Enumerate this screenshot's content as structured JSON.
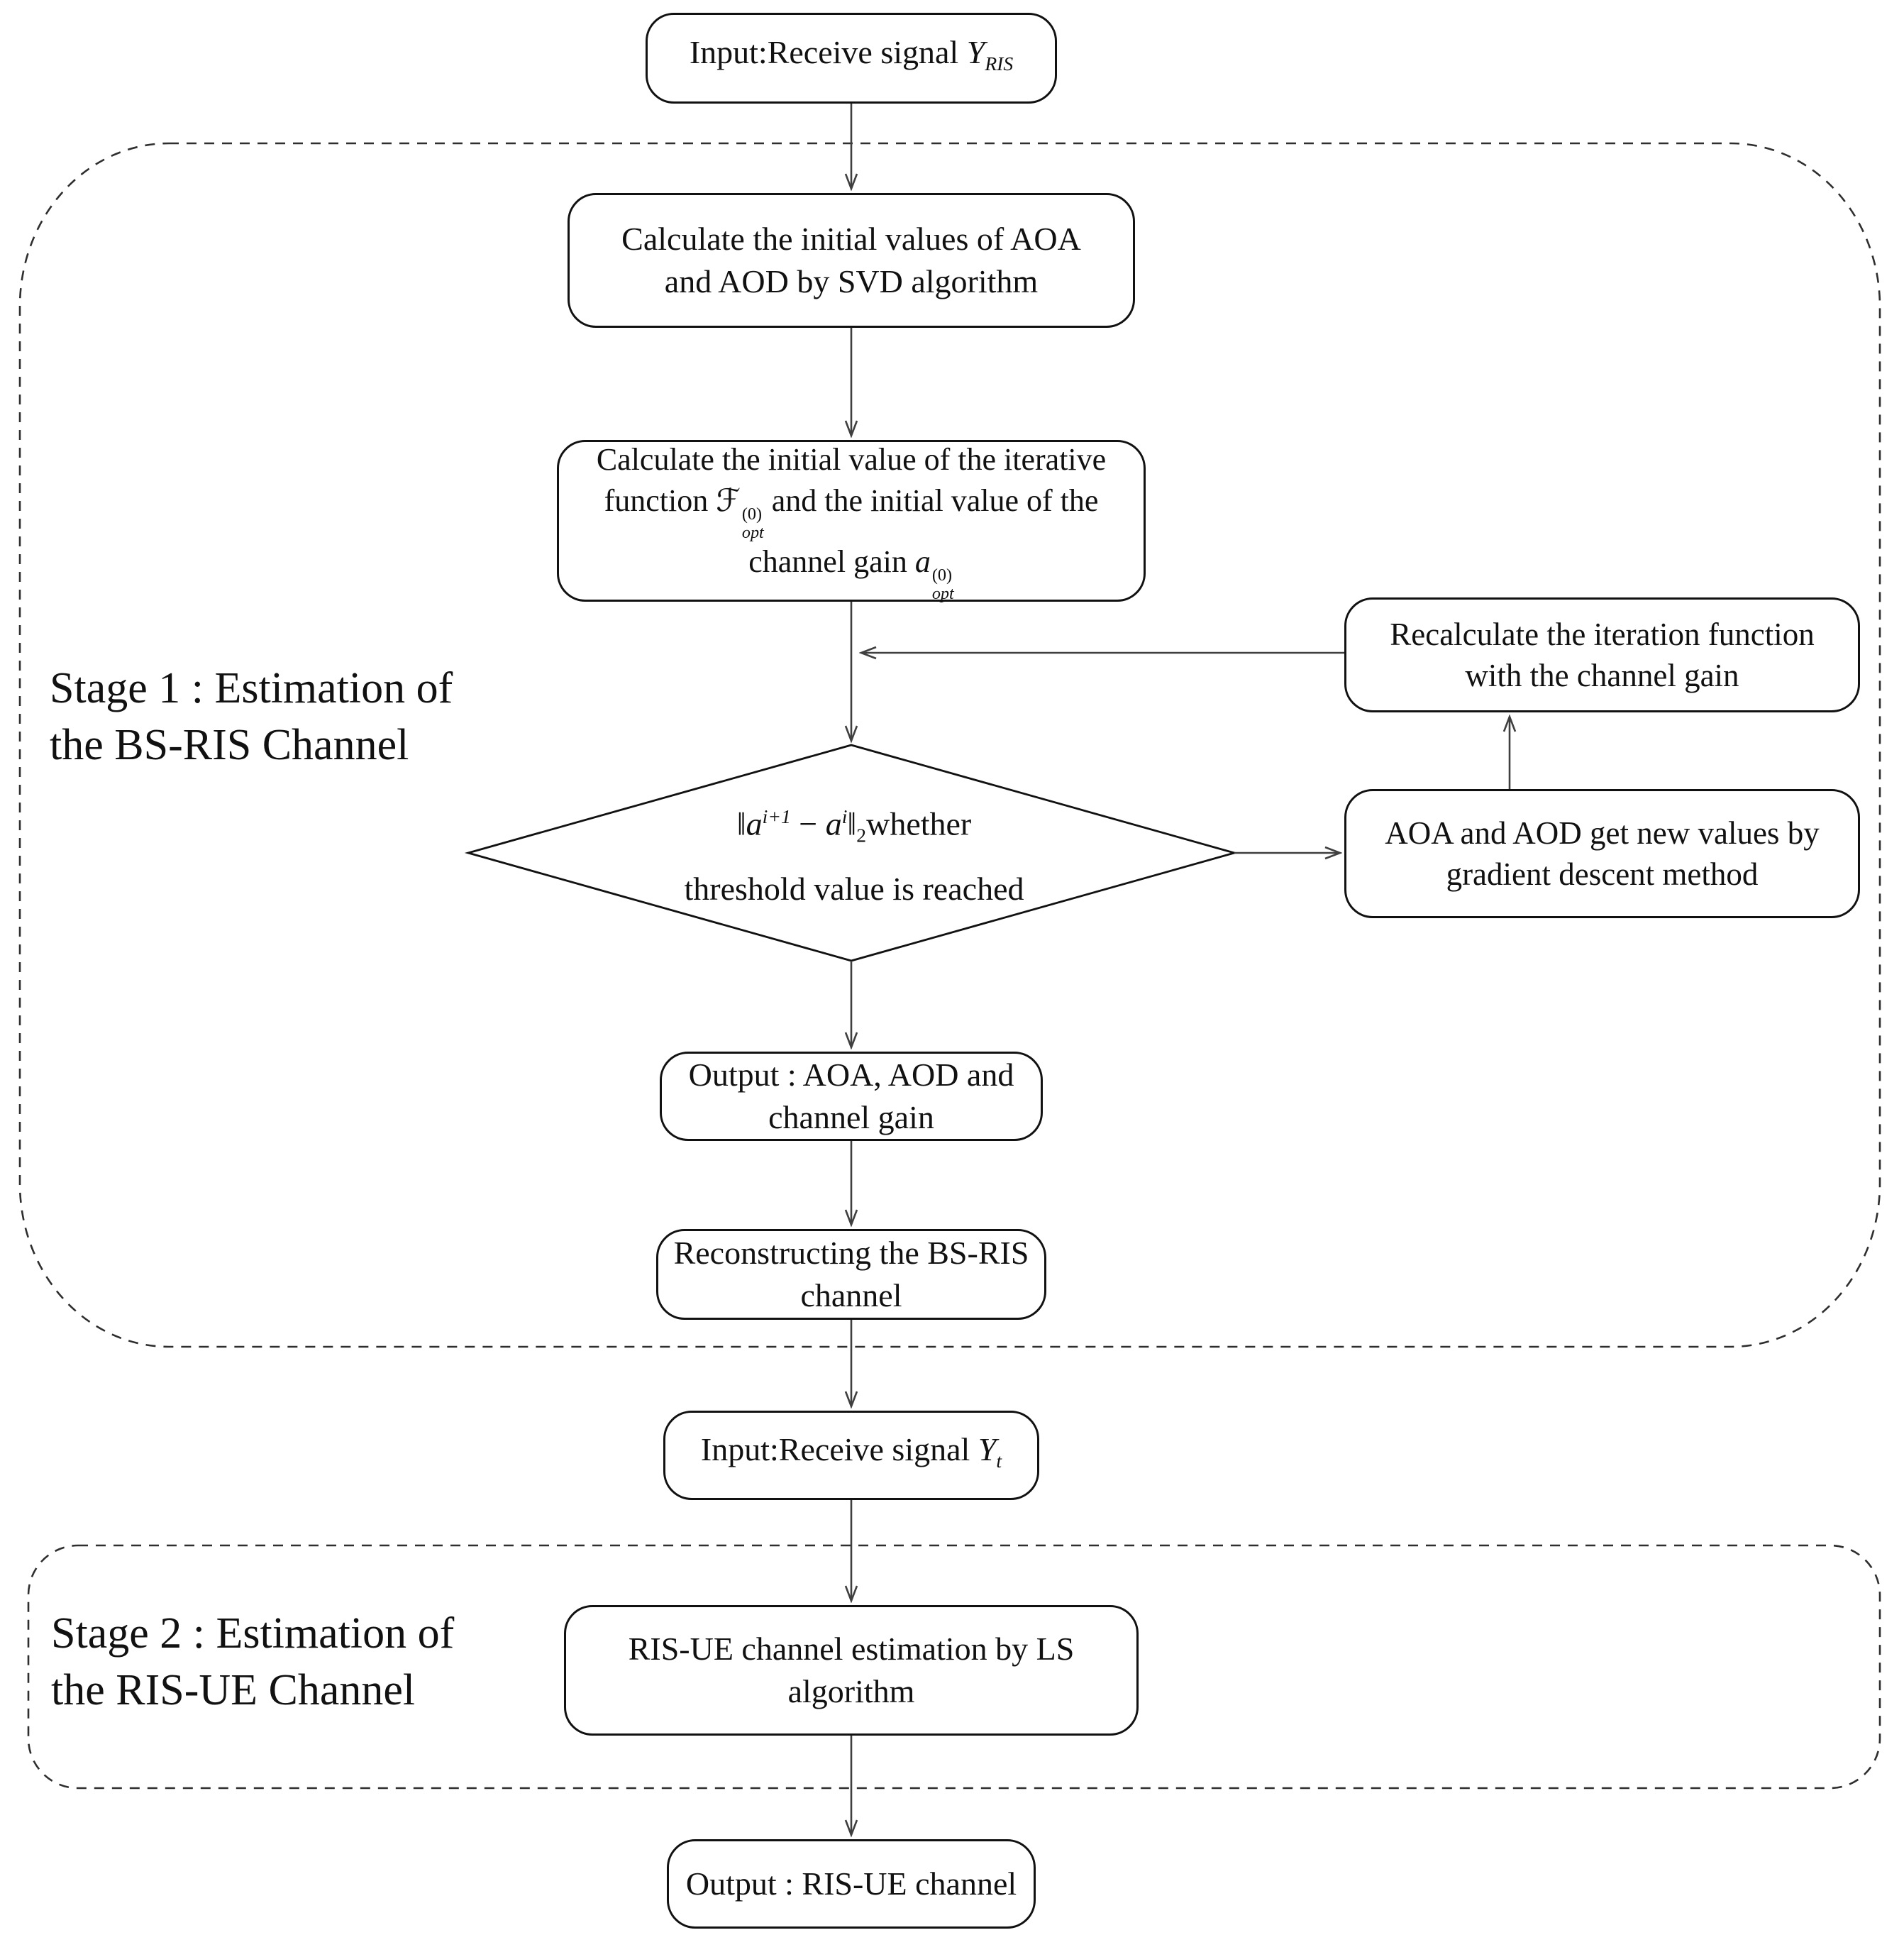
{
  "theme": {
    "bg": "#ffffff",
    "ink": "#111111",
    "line": "#3f3f3f",
    "dash": "#2e2e2e"
  },
  "stage1": {
    "label_rich": [
      {
        "t": "Stage 1 : Estimation of"
      },
      {
        "br": true
      },
      {
        "t": "the BS-RIS Channel"
      }
    ]
  },
  "stage2": {
    "label_rich": [
      {
        "t": "Stage 2 : Estimation of"
      },
      {
        "br": true
      },
      {
        "t": "the RIS-UE Channel"
      }
    ]
  },
  "nodes": {
    "input_yris": {
      "rich": [
        {
          "t": "Input:Receive signal "
        },
        {
          "t": "Y",
          "s": "i"
        },
        {
          "t": "RIS",
          "s": "isub"
        }
      ]
    },
    "calc_init_aoa": {
      "rich": [
        {
          "t": "Calculate the initial values of AOA"
        },
        {
          "br": true
        },
        {
          "t": "and AOD by SVD algorithm"
        }
      ]
    },
    "calc_init_iter": {
      "rich": [
        {
          "t": "Calculate the initial value of the iterative"
        },
        {
          "br": true
        },
        {
          "t": "function "
        },
        {
          "t": "ℱ"
        },
        {
          "stack": {
            "sup": "(0)",
            "sub": "opt"
          }
        },
        {
          "t": " and the initial value of the"
        },
        {
          "br": true
        },
        {
          "t": "channel gain "
        },
        {
          "t": "a",
          "s": "i"
        },
        {
          "stack": {
            "sup": "(0)",
            "sub": "opt"
          }
        }
      ]
    },
    "threshold_decision": {
      "rich": [
        {
          "t": "‖"
        },
        {
          "t": "a",
          "s": "i"
        },
        {
          "t": "i+1",
          "s": "isup"
        },
        {
          "t": " − "
        },
        {
          "t": "a",
          "s": "i"
        },
        {
          "t": "i",
          "s": "isup"
        },
        {
          "t": "‖"
        },
        {
          "t": "2",
          "s": "sub"
        },
        {
          "t": "whether"
        },
        {
          "br": true
        },
        {
          "t": "threshold value is reached"
        }
      ]
    },
    "recalc_iter": {
      "rich": [
        {
          "t": "Recalculate the iteration function"
        },
        {
          "br": true
        },
        {
          "t": "with the channel gain"
        }
      ]
    },
    "aoa_aod_new": {
      "rich": [
        {
          "t": "AOA and AOD get new values by"
        },
        {
          "br": true
        },
        {
          "t": "gradient descent method"
        }
      ]
    },
    "output_aoa": {
      "rich": [
        {
          "t": "Output : AOA, AOD and"
        },
        {
          "br": true
        },
        {
          "t": "channel gain"
        }
      ]
    },
    "reconstruct": {
      "rich": [
        {
          "t": "Reconstructing the BS-RIS"
        },
        {
          "br": true
        },
        {
          "t": "channel"
        }
      ]
    },
    "input_yt": {
      "rich": [
        {
          "t": "Input:Receive signal "
        },
        {
          "t": "Y",
          "s": "i"
        },
        {
          "t": "t",
          "s": "isub"
        }
      ]
    },
    "ls_est": {
      "rich": [
        {
          "t": "RIS-UE channel estimation by LS"
        },
        {
          "br": true
        },
        {
          "t": "algorithm"
        }
      ]
    },
    "output_ris": {
      "rich": [
        {
          "t": "Output : RIS-UE channel"
        }
      ]
    }
  }
}
